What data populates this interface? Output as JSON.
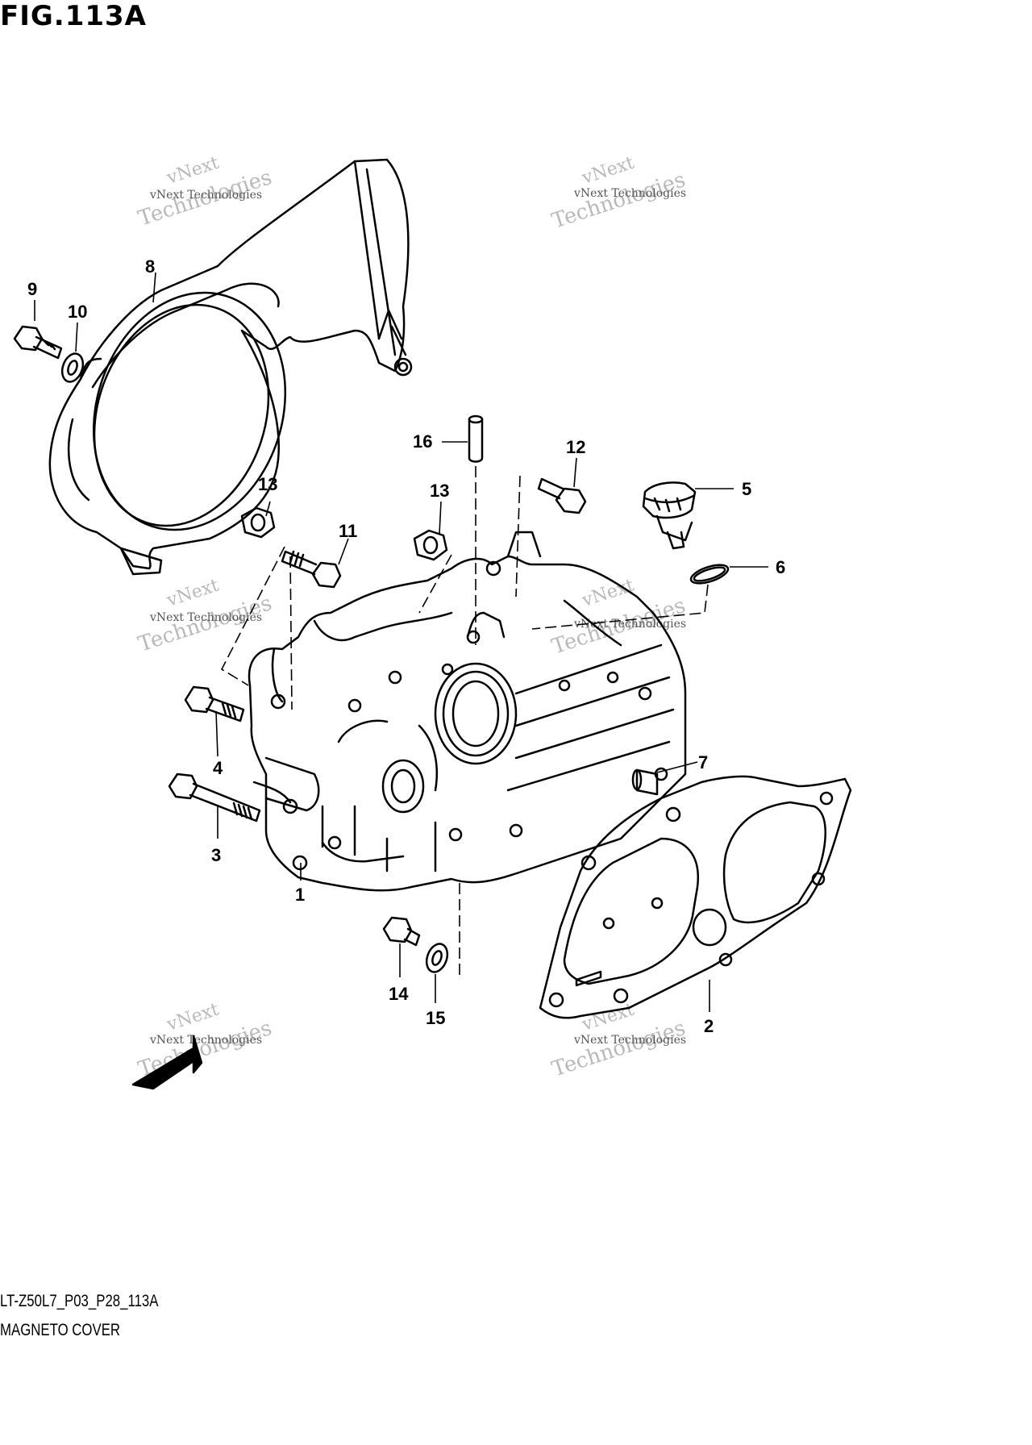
{
  "figure": {
    "title": "FIG.113A",
    "drawing_code": "LT-Z50L7_P03_P28_113A",
    "drawing_name": "MAGNETO COVER"
  },
  "callouts": [
    "1",
    "2",
    "3",
    "4",
    "5",
    "6",
    "7",
    "8",
    "9",
    "10",
    "11",
    "12",
    "13",
    "13",
    "14",
    "15",
    "16"
  ],
  "watermark": {
    "line1": "vNext Technologies",
    "line2": "vNext",
    "line3": "Technologies"
  },
  "colors": {
    "ink": "#000000",
    "watermark": "#b9b9b9",
    "background": "#ffffff"
  }
}
